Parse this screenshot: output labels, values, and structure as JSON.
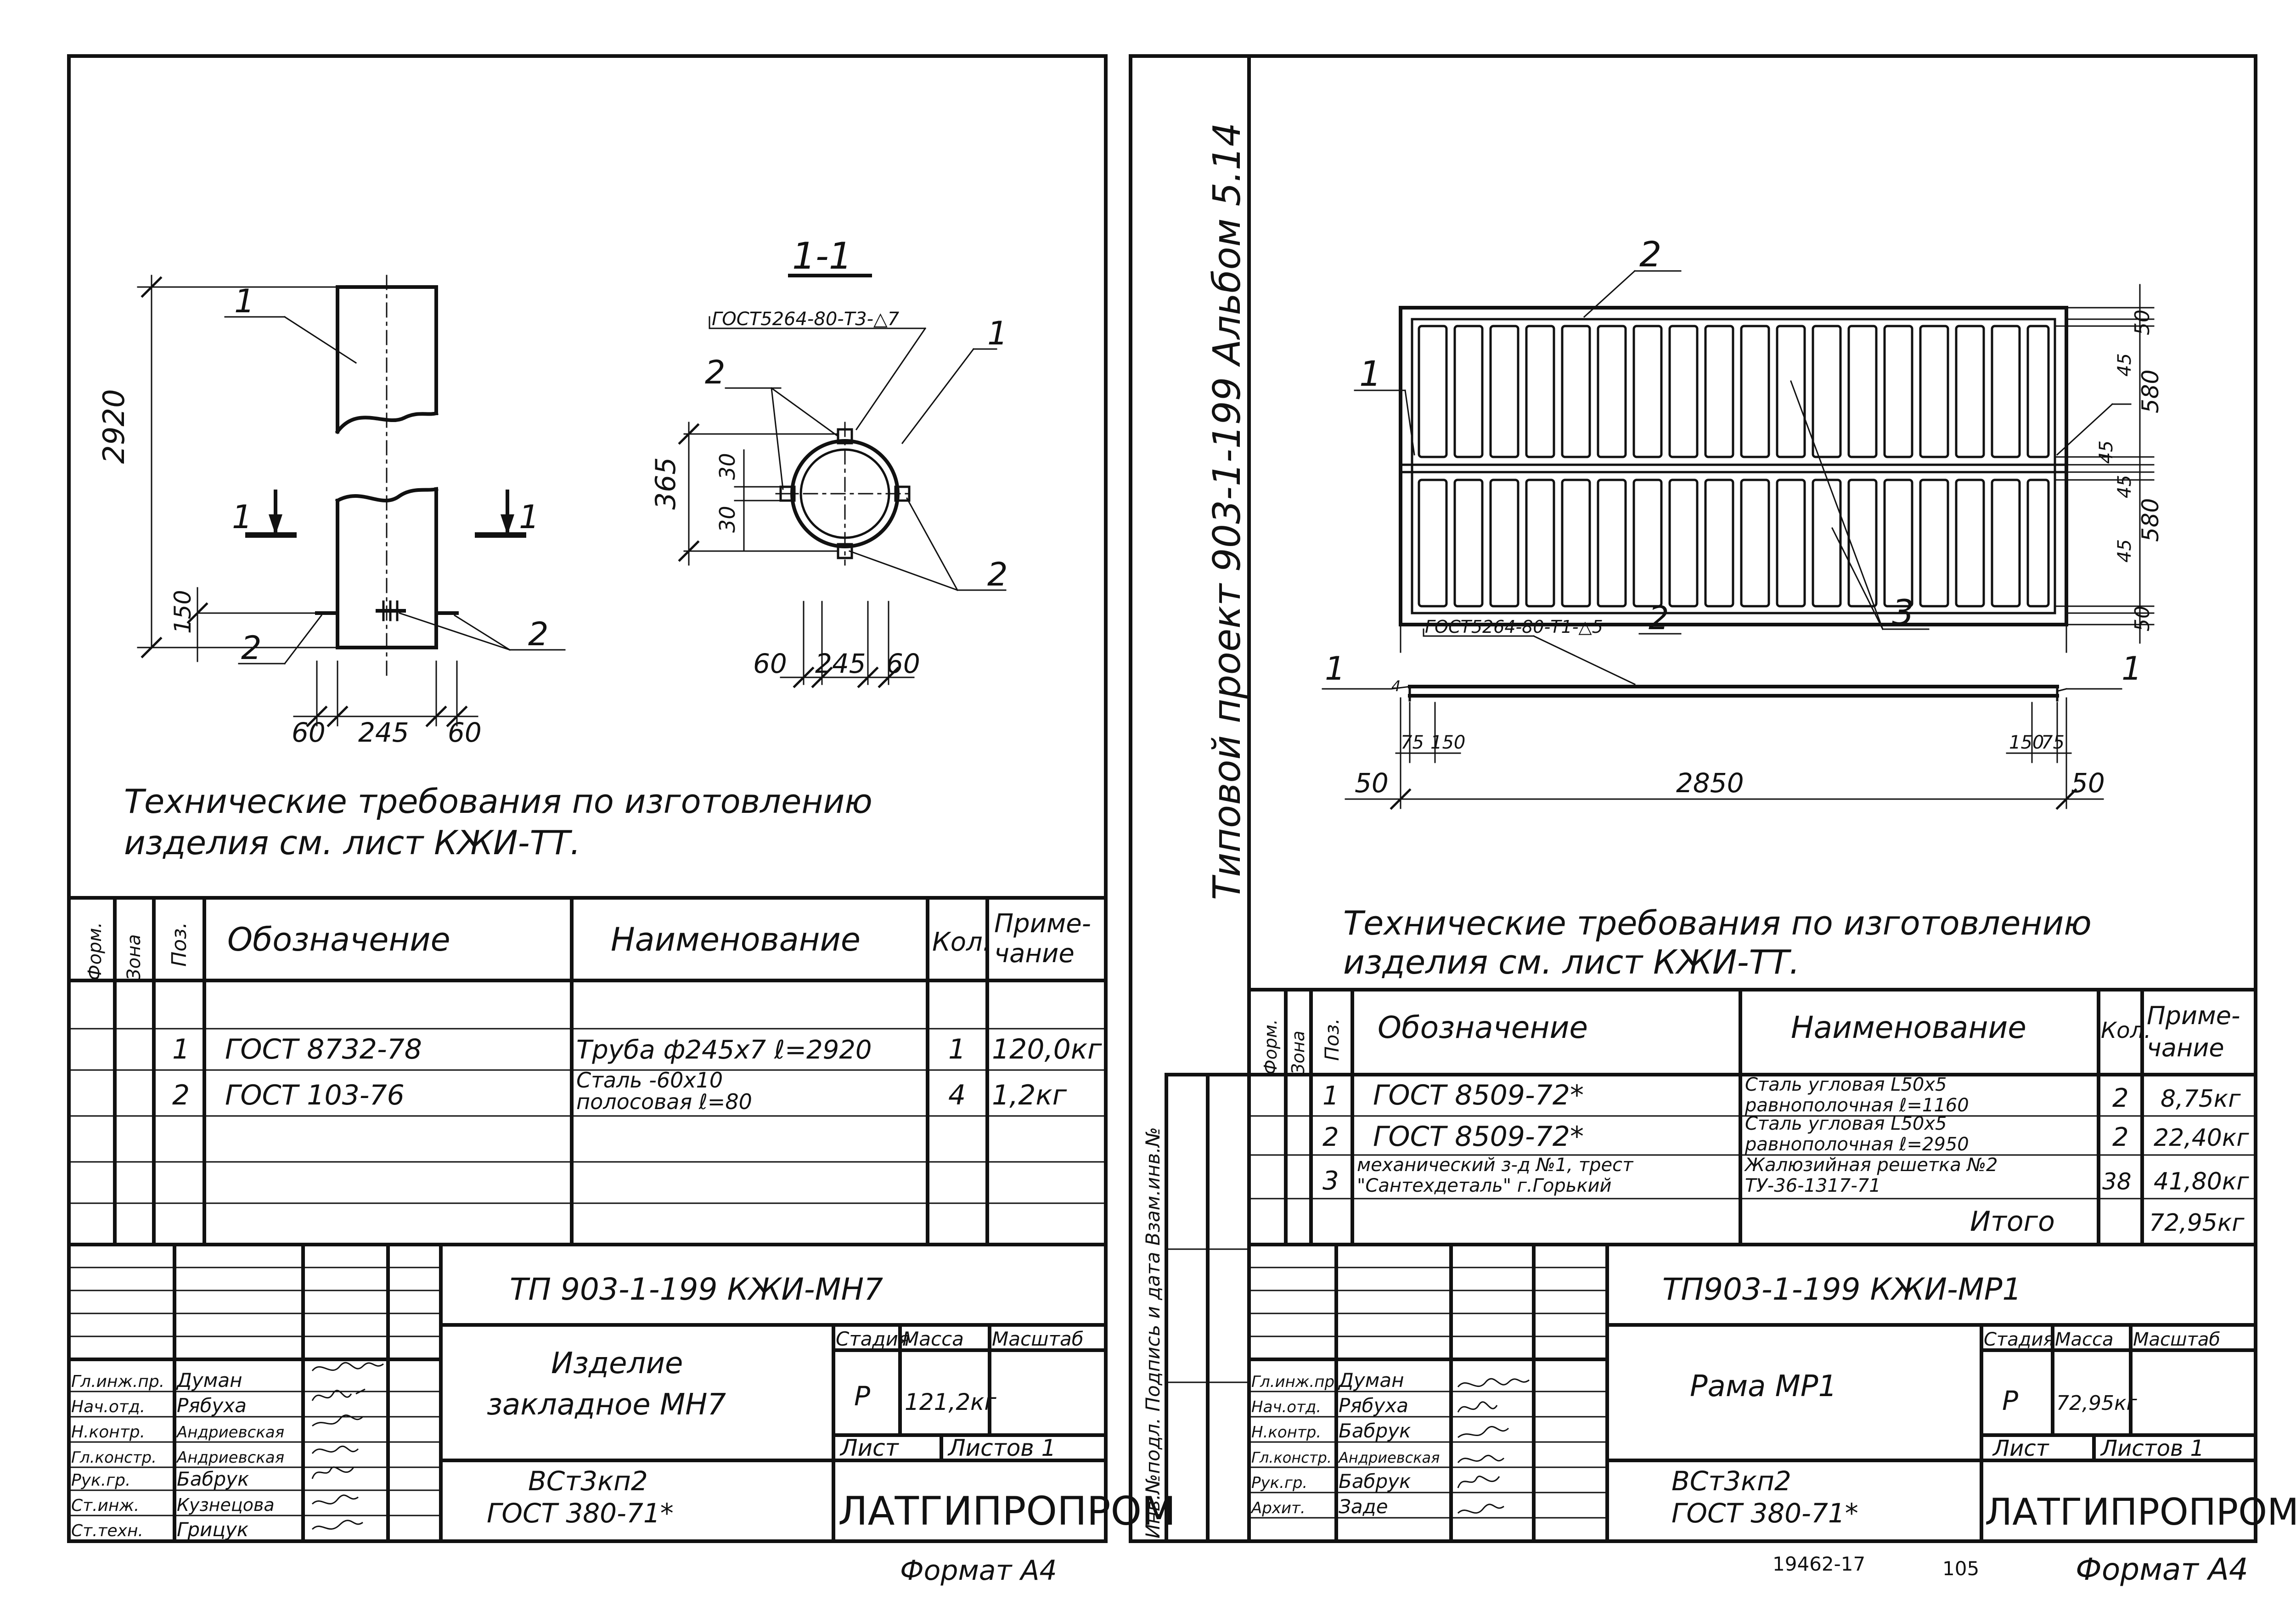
{
  "left": {
    "section_label": "1-1",
    "dims_elev": {
      "height": "2920",
      "offset": "150",
      "w1": "60",
      "w2": "245",
      "w3": "60"
    },
    "dims_sec": {
      "height": "365",
      "a": "30",
      "b": "30",
      "w1": "60",
      "w2": "245",
      "w3": "60"
    },
    "weld_label": "ГОСТ5264-80-Т3-△7",
    "callouts": {
      "one": "1",
      "two": "2"
    },
    "section_marks": {
      "left": "1",
      "right": "1"
    },
    "tech_req_1": "Технические  требования  по изготовлению",
    "tech_req_2": "изделия   см.  лист  КЖИ-ТТ.",
    "spec_headers": {
      "form": "Форм.",
      "zone": "Зона",
      "pos": "Поз.",
      "designation": "Обозначение",
      "name": "Наименование",
      "qty": "Кол.",
      "note_1": "Приме-",
      "note_2": "чание"
    },
    "spec_rows": [
      {
        "pos": "1",
        "designation": "ГОСТ 8732-78",
        "name": "Труба ф245х7  ℓ=2920",
        "name2": "",
        "qty": "1",
        "note": "120,0кг"
      },
      {
        "pos": "2",
        "designation": "ГОСТ 103-76",
        "name": "Сталь            -60х10",
        "name2": "полосовая         ℓ=80",
        "qty": "4",
        "note": "1,2кг"
      }
    ],
    "stamp": {
      "code": "ТП 903-1-199  КЖИ-МН7",
      "title_1": "Изделие",
      "title_2": "закладное     МН7",
      "material_1": "ВСт3кп2",
      "material_2": "ГОСТ 380-71*",
      "stage_h": "Стадия",
      "mass_h": "Масса",
      "scale_h": "Масштаб",
      "stage": "Р",
      "mass": "121,2кг",
      "sheet_h": "Лист",
      "sheets_h": "Листов 1",
      "org": "ЛАТГИПРОПРОМ",
      "people": [
        {
          "role": "Гл.инж.пр.",
          "name": "Думан"
        },
        {
          "role": "Нач.отд.",
          "name": "Рябуха"
        },
        {
          "role": "Н.контр.",
          "name": "Андриевская"
        },
        {
          "role": "Гл.констр.",
          "name": "Андриевская"
        },
        {
          "role": "Рук.гр.",
          "name": "Бабрук"
        },
        {
          "role": "Ст.инж.",
          "name": "Кузнецова"
        },
        {
          "role": "Ст.техн.",
          "name": "Грицук"
        }
      ]
    },
    "format": "Формат А4"
  },
  "binding": {
    "vertical_title": "Типовой проект  903-1-199   Альбом 5.14",
    "vertical_stamp": "Инв.№подл.   Подпись и дата   Взам.инв.№"
  },
  "right": {
    "dims_plan": {
      "top": "50",
      "a": "45",
      "b": "580",
      "c": "45",
      "d": "45",
      "e": "580",
      "f": "45",
      "bottom": "50"
    },
    "dims_side": {
      "h": "4",
      "a": "75",
      "b": "150",
      "length": "2850",
      "c": "150",
      "d": "75",
      "left": "50",
      "right": "50"
    },
    "weld_label": "ГОСТ5264-80-Т1-△5",
    "callouts": {
      "one": "1",
      "two": "2",
      "three": "3"
    },
    "tech_req_1": "Технические  требования  по изготовлению",
    "tech_req_2": "изделия  см.  лист  КЖИ-ТТ.",
    "spec_headers": {
      "form": "Форм.",
      "zone": "Зона",
      "pos": "Поз.",
      "designation": "Обозначение",
      "name": "Наименование",
      "qty": "Кол.",
      "note_1": "Приме-",
      "note_2": "чание"
    },
    "spec_rows": [
      {
        "pos": "1",
        "designation": "ГОСТ  8509-72*",
        "name": "Сталь угловая    L50х5",
        "name2": "равнополочная    ℓ=1160",
        "qty": "2",
        "note": "8,75кг"
      },
      {
        "pos": "2",
        "designation": "ГОСТ 8509-72*",
        "name": "Сталь угловая    L50х5",
        "name2": "равнополочная   ℓ=2950",
        "qty": "2",
        "note": "22,40кг"
      },
      {
        "pos": "3",
        "designation": "механический з-д №1, трест",
        "designation2": "\"Сантехдеталь\" г.Горький",
        "name": "Жалюзийная решетка №2",
        "name2": "ТУ-36-1317-71",
        "qty": "38",
        "note": "41,80кг"
      }
    ],
    "total_label": "Итого",
    "total_value": "72,95кг",
    "stamp": {
      "code": "ТП903-1-199  КЖИ-МР1",
      "title_1": "Рама  МР1",
      "material_1": "ВСт3кп2",
      "material_2": "ГОСТ 380-71*",
      "stage_h": "Стадия",
      "mass_h": "Масса",
      "scale_h": "Масштаб",
      "stage": "Р",
      "mass": "72,95кг",
      "sheet_h": "Лист",
      "sheets_h": "Листов 1",
      "org": "ЛАТГИПРОПРОМ",
      "people": [
        {
          "role": "Гл.инж.пр.",
          "name": "Думан"
        },
        {
          "role": "Нач.отд.",
          "name": "Рябуха"
        },
        {
          "role": "Н.контр.",
          "name": "Бабрук"
        },
        {
          "role": "Гл.констр.",
          "name": "Андриевская"
        },
        {
          "role": "Рук.гр.",
          "name": "Бабрук"
        },
        {
          "role": "Архит.",
          "name": "Заде"
        }
      ]
    },
    "archive_no": "19462-17",
    "page_no": "105",
    "format": "Формат А4"
  }
}
